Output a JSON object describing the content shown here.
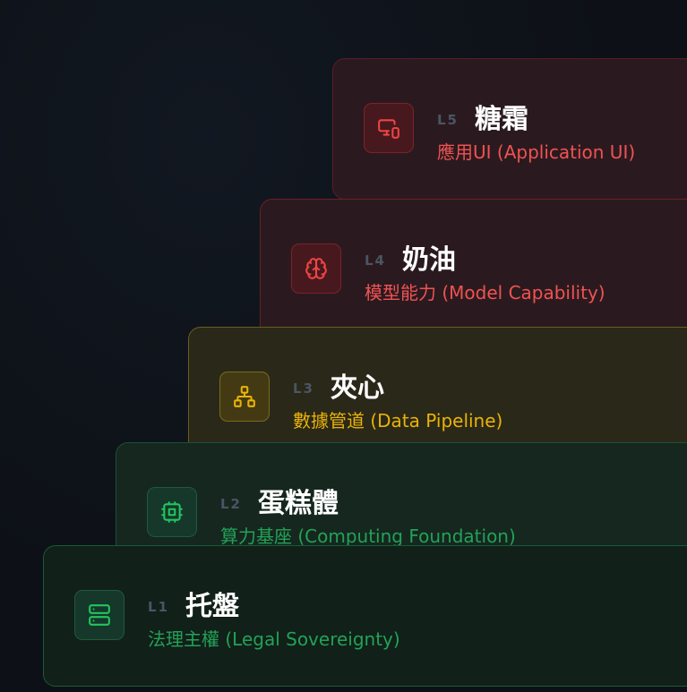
{
  "layers": [
    {
      "level": "L5",
      "name": "糖霜",
      "description": "應用UI (Application UI)",
      "icon": "monitor-smartphone-icon",
      "accent": "#ef4444"
    },
    {
      "level": "L4",
      "name": "奶油",
      "description": "模型能力 (Model Capability)",
      "icon": "brain-icon",
      "accent": "#ef4444"
    },
    {
      "level": "L3",
      "name": "夾心",
      "description": "數據管道 (Data Pipeline)",
      "icon": "network-icon",
      "accent": "#eab308"
    },
    {
      "level": "L2",
      "name": "蛋糕體",
      "description": "算力基座 (Computing Foundation)",
      "icon": "cpu-icon",
      "accent": "#22c55e"
    },
    {
      "level": "L1",
      "name": "托盤",
      "description": "法理主權 (Legal Sovereignty)",
      "icon": "server-icon",
      "accent": "#22c55e"
    }
  ]
}
